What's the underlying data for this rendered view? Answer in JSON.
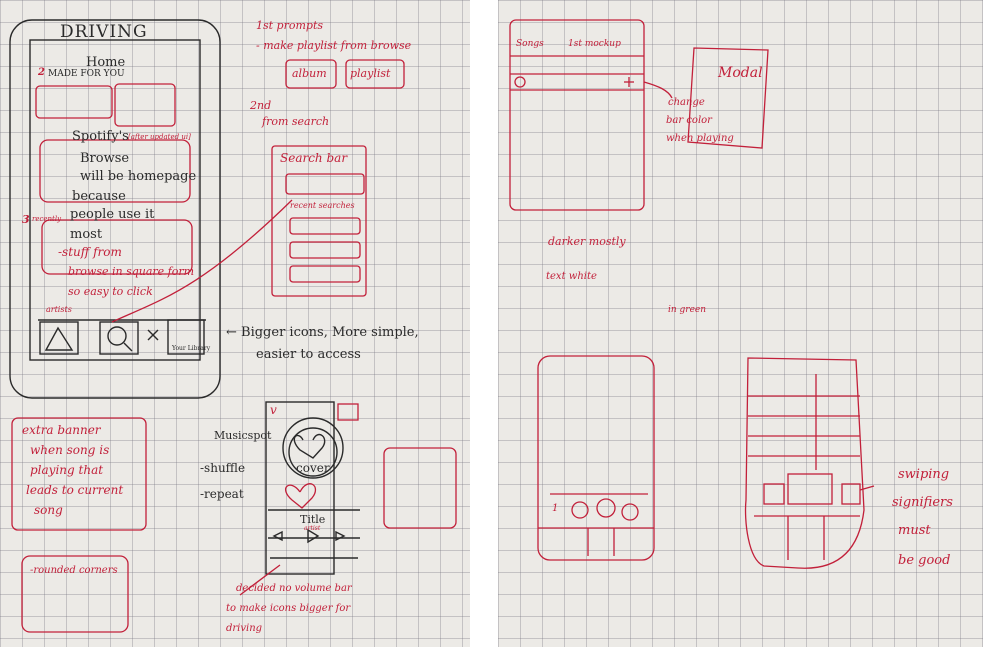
{
  "left_page": {
    "phone": {
      "title": "DRIVING",
      "home": "Home",
      "made_for_you": "MADE FOR YOU",
      "marker_2": "2",
      "marker_3": "3",
      "spotify_label": "Spotify's",
      "spotify_note": "[after updated ui]",
      "recently": "recently",
      "body_lines": [
        "Browse",
        "will be homepage",
        "because",
        "people use it",
        "most"
      ],
      "stuff_lines": [
        "-stuff from",
        "browse in square form",
        "so easy to click"
      ],
      "artists": "artists",
      "your_library": "Your Library"
    },
    "prompt": {
      "line1": "1st prompts",
      "line2": "- make playlist from browse",
      "album": "album",
      "playlist": "playlist",
      "second_a": "2nd",
      "second_b": "from search"
    },
    "search_sketch": {
      "title": "Search bar",
      "recent": "recent searches"
    },
    "icons_note": [
      "← Bigger icons, More simple,",
      "easier to access"
    ],
    "banner_note": [
      "extra banner",
      "when song is",
      "playing that",
      "leads to current",
      "song"
    ],
    "rounded_note": "-rounded corners",
    "player": {
      "v": "v",
      "musicspot": "Musicspot",
      "shuffle": "-shuffle",
      "repeat": "-repeat",
      "cover": "cover",
      "title": "Title",
      "artist": "artist"
    },
    "volume_note": [
      "decided no volume bar",
      "to make icons bigger for",
      "driving"
    ]
  },
  "right_page": {
    "mockup": {
      "songs": "Songs",
      "first_mockup": "1st mockup",
      "modal": "Modal",
      "change_note": [
        "change",
        "bar color",
        "when playing"
      ]
    },
    "darker_note": [
      "darker mostly",
      "text white"
    ],
    "green_note": "in green",
    "marker_1": "1",
    "swiping_note": [
      "swiping",
      "signifiers",
      "must",
      "be good"
    ]
  },
  "colors": {
    "paper": "#eceae6",
    "grid": "#9a9aa4",
    "red_ink": "#c2203a",
    "pencil": "#2a2a2a"
  }
}
